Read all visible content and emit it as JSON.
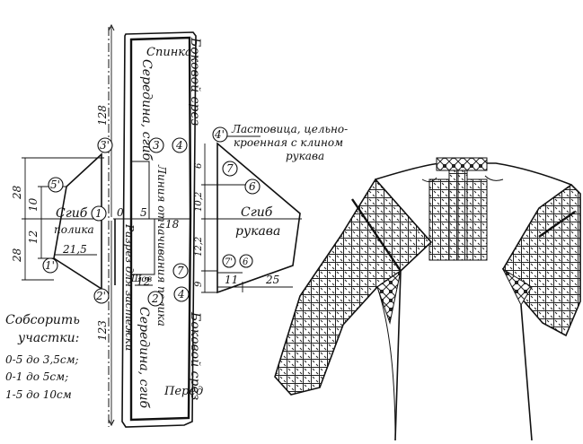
{
  "pattern": {
    "top_label": "Спинка",
    "bottom_label": "Перед",
    "side_cut_top": "Боковой срез",
    "side_cut_bottom": "Боковой срез",
    "fold_middle_top": "Середина, сгиб",
    "fold_middle_bottom": "Середина, сгиб",
    "fastener_slit": "Разрез для застежки",
    "shoulder_line": "Линия отчачивания полика",
    "shov": "Шов",
    "dims": {
      "total_upper": "128",
      "total_lower": "123",
      "d18": "18",
      "d5": "5",
      "d12_lower": "12",
      "d0": "0"
    }
  },
  "polik": {
    "label_fold": "Сгиб",
    "label_polik": "полика",
    "dims": {
      "d28_top": "28",
      "d10": "10",
      "d12": "12",
      "d28_bottom": "28",
      "d21_5": "21,5"
    }
  },
  "sleeve": {
    "gusset_label_line1": "Ластовица, цельно-",
    "gusset_label_line2": "кроенная с клином",
    "gusset_label_line3": "рукава",
    "fold_label": "Сгиб",
    "sleeve_label": "рукава",
    "dims": {
      "d6": "6",
      "d10_2": "10,2",
      "d12_2": "12,2",
      "d9": "9",
      "d11": "11",
      "d25": "25"
    }
  },
  "points": {
    "p1": "1",
    "p1p": "1'",
    "p2": "2",
    "p2p": "2'",
    "p3": "3",
    "p3p": "3'",
    "p4": "4",
    "p4b": "4",
    "p4p": "4'",
    "p5p": "5'",
    "p6": "6",
    "p6b": "6",
    "p7": "7",
    "p7b": "7",
    "p7p": "7'"
  },
  "notes": {
    "title_line1": "Собсорить",
    "title_line2": "участки:",
    "items": [
      "0-5 до 3,5см;",
      "0-1 до 5см;",
      "1-5 до 10см"
    ]
  }
}
